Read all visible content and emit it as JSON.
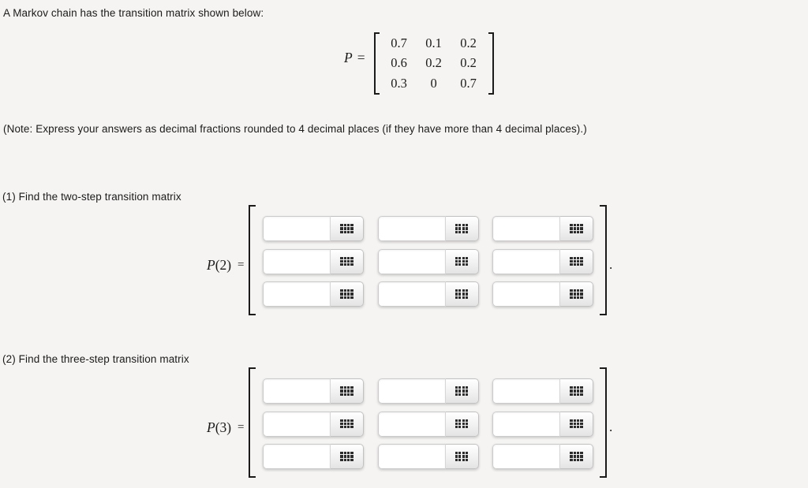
{
  "page": {
    "intro": "A Markov chain has the transition matrix shown below:",
    "note": "(Note: Express your answers as decimal fractions rounded to 4 decimal places (if they have more than 4 decimal places).)",
    "background_color": "#f5f4f2",
    "text_color": "#1b1b1b"
  },
  "given_matrix": {
    "label_var": "P",
    "equals": "=",
    "rows": [
      [
        "0.7",
        "0.1",
        "0.2"
      ],
      [
        "0.6",
        "0.2",
        "0.2"
      ],
      [
        "0.3",
        "0",
        "0.7"
      ]
    ]
  },
  "questions": [
    {
      "heading": "(1) Find the two-step transition matrix",
      "label_var": "P",
      "label_arg": "(2)",
      "equals": "=",
      "grid": {
        "rows": 3,
        "cols": 3,
        "input_value": "",
        "keypad_icon": "keypad-grid-icon"
      },
      "period": "."
    },
    {
      "heading": "(2) Find the three-step transition matrix",
      "label_var": "P",
      "label_arg": "(3)",
      "equals": "=",
      "grid": {
        "rows": 3,
        "cols": 3,
        "input_value": "",
        "keypad_icon": "keypad-grid-icon"
      },
      "period": "."
    }
  ],
  "colors": {
    "input_border": "#cbcbcb",
    "button_border": "#c2c2c2",
    "button_gradient_top": "#ffffff",
    "button_gradient_bottom": "#e4e4e4",
    "keypad_dot": "#2d2d2d",
    "bracket": "#1b1b1b",
    "shadow": "rgba(0,0,0,0.18)"
  }
}
